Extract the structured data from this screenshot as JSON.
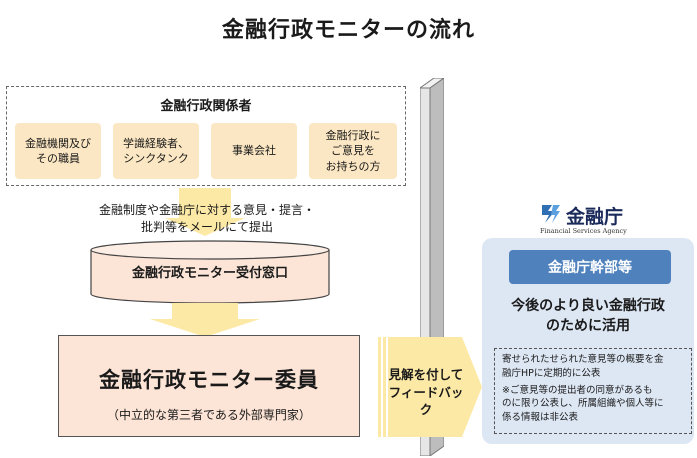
{
  "title": "金融行政モニターの流れ",
  "stakeholders": {
    "title": "金融行政関係者",
    "items": [
      "金融機関及び\nその職員",
      "学識経験者、\nシンクタンク",
      "事業会社",
      "金融行政に\nご意見を\nお持ちの方"
    ]
  },
  "submission_text": "金融制度や金融庁に対する意見・提言・\n批判等をメールにて提出",
  "reception": "金融行政モニター受付窓口",
  "committee": {
    "title": "金融行政モニター委員",
    "subtitle": "（中立的な第三者である外部専門家）"
  },
  "feedback": "見解を付して\nフィードバック",
  "fsa": {
    "logo_name": "金融庁",
    "logo_en": "Financial Services Agency",
    "exec": "金融庁幹部等",
    "use": "今後のより良い金融行政\nのために活用",
    "notes": [
      "寄せられたせられた意見等の概要を金\n融庁HPに定期的に公表",
      "※ご意見等の提出者の同意があるも\nのに限り公表し、所属組織や個人等に\n係る情報は非公表"
    ]
  },
  "colors": {
    "stakeholder_box": "#fbe7c3",
    "arrow_yellow": "#fde9a6",
    "committee_bg": "#fce4d6",
    "panel_bg": "#dde7f4",
    "exec_bg": "#4f81bd",
    "logo_blue": "#2f6fb3"
  }
}
